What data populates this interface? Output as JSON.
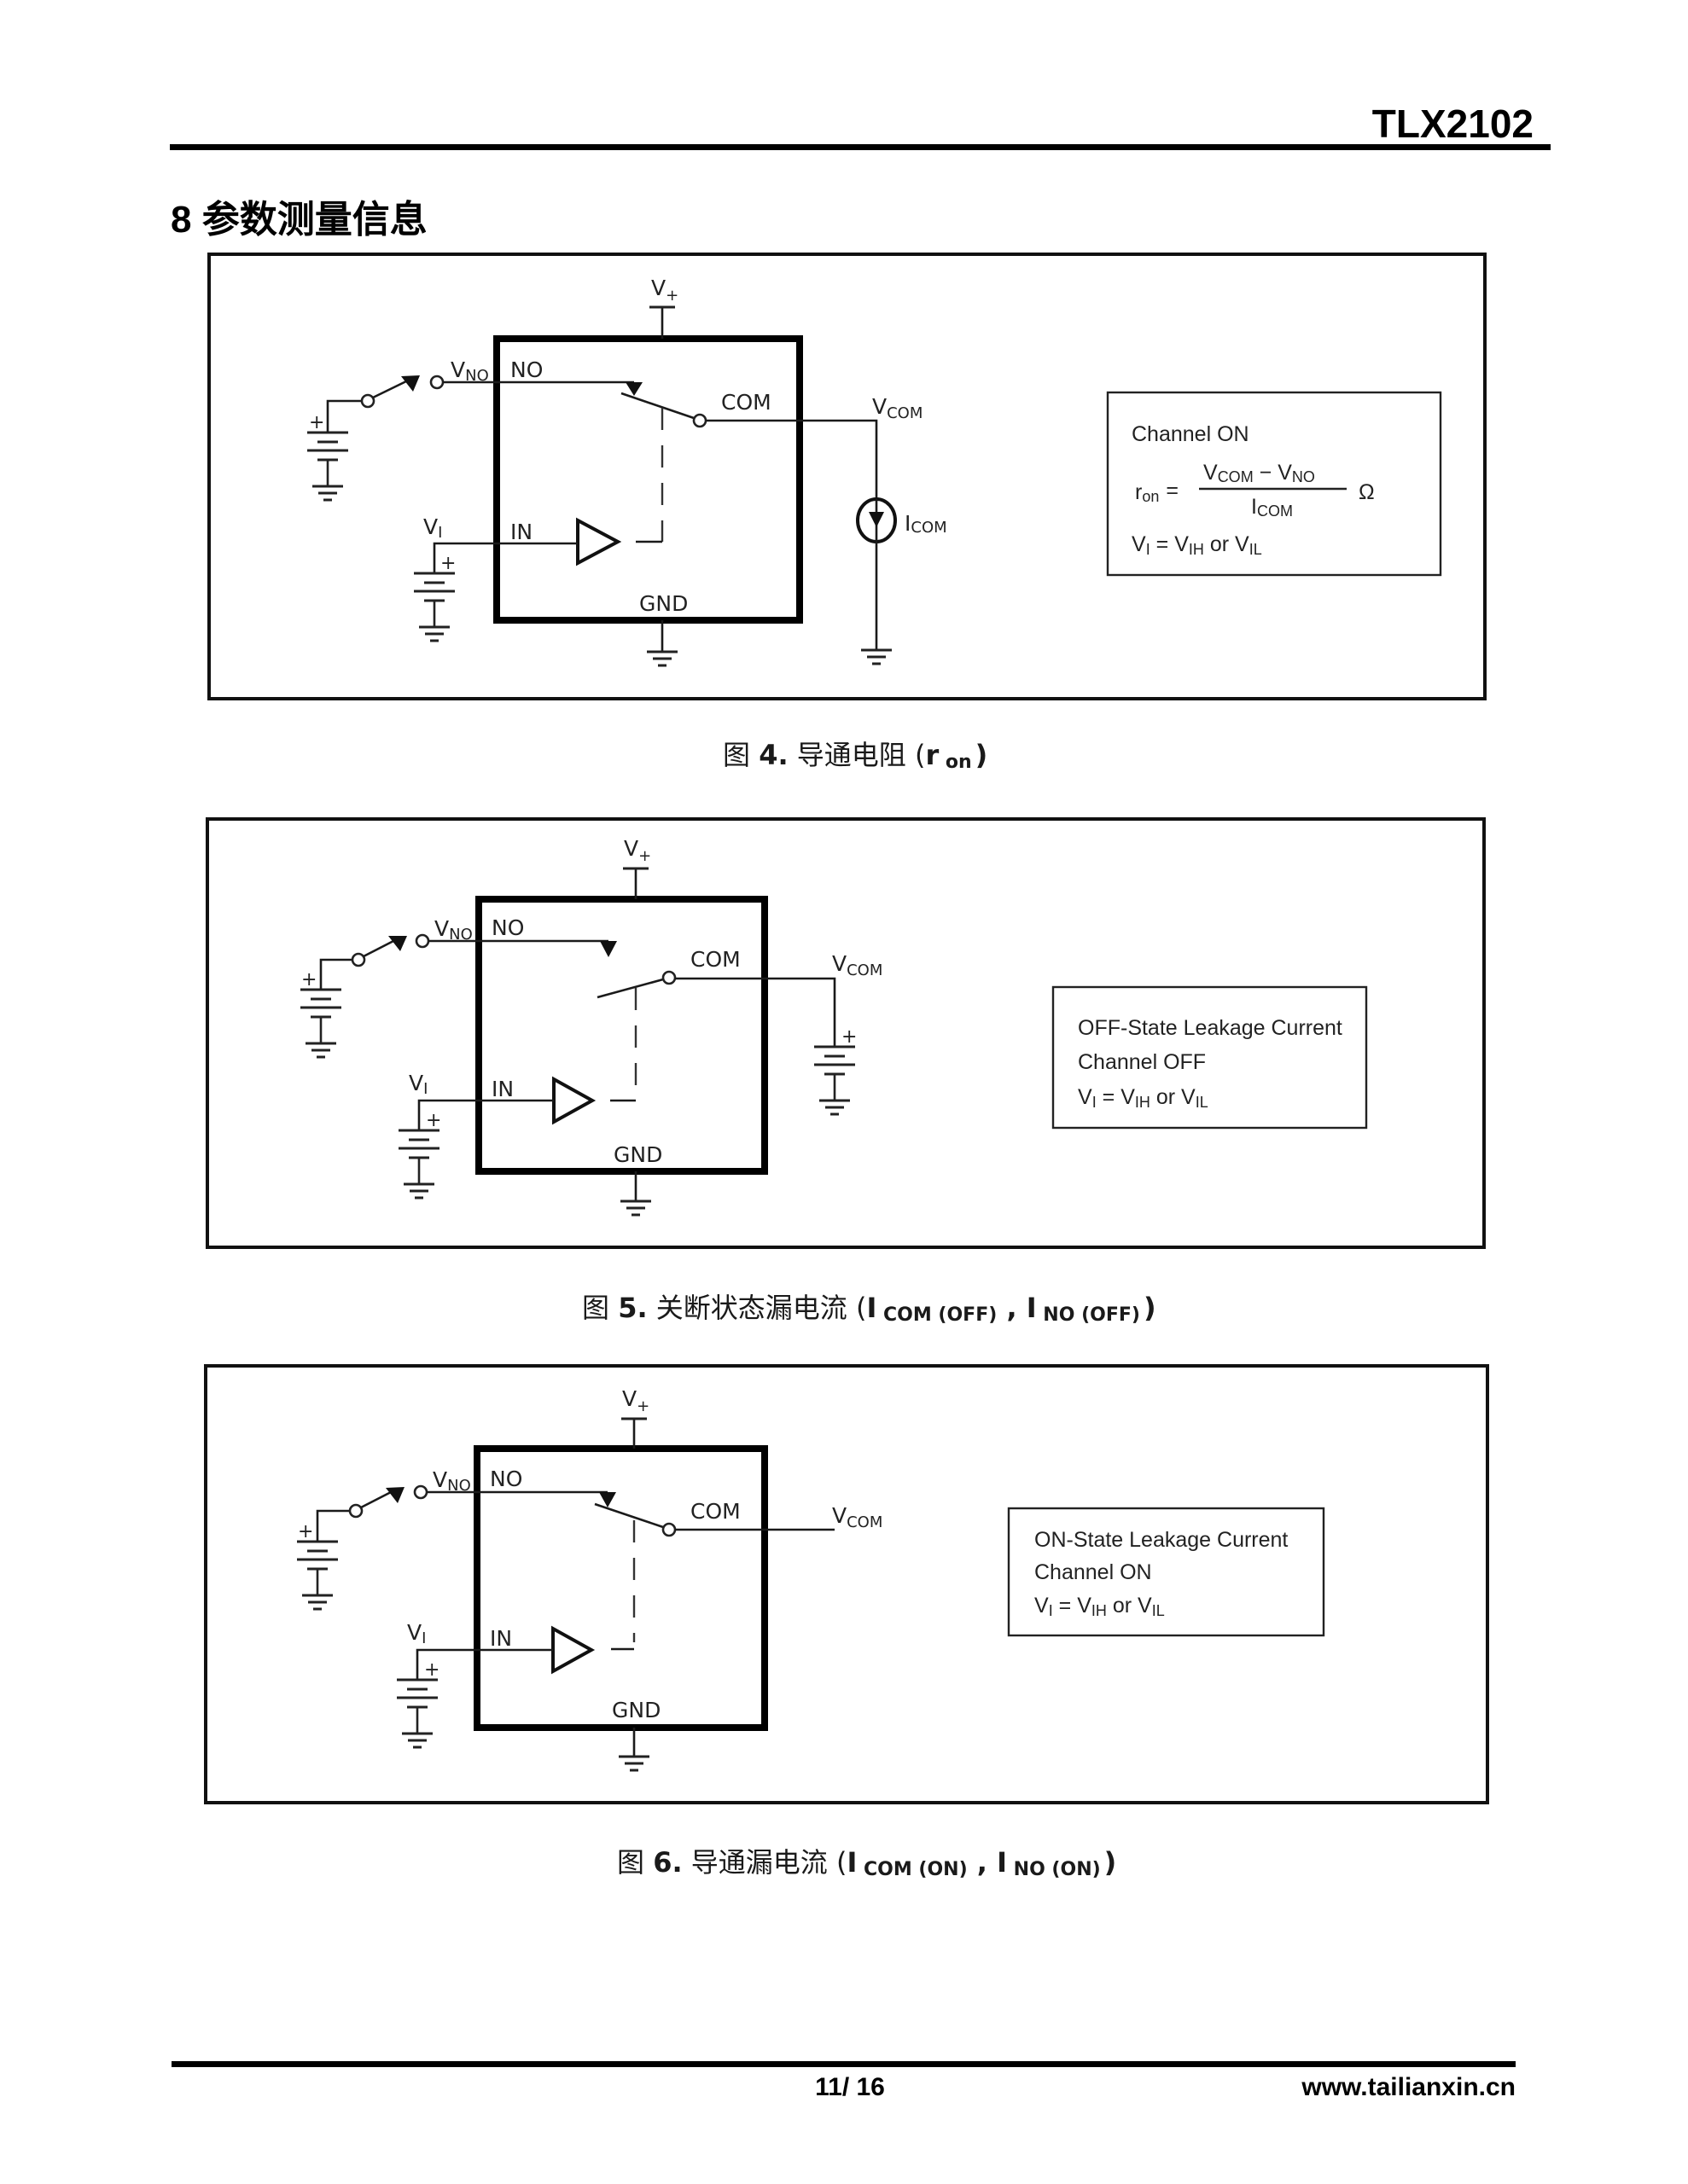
{
  "header": {
    "part_number": "TLX2102"
  },
  "section": {
    "title": "8 参数测量信息"
  },
  "labels": {
    "v_plus_base": "V",
    "v_plus_sub": "+",
    "vno_base": "V",
    "vno_sub": "NO",
    "no_pin": "NO",
    "com_pin": "COM",
    "vcom_base": "V",
    "vcom_sub": "COM",
    "vi_base": "V",
    "vi_sub": "I",
    "in_pin": "IN",
    "gnd_pin": "GND",
    "icom_base": "I",
    "icom_sub": "COM",
    "battery_plus": "+"
  },
  "figures": [
    {
      "caption_prefix": "图 ",
      "caption_number": "4.",
      "caption_text": " 导通电阻 (",
      "caption_var": "r",
      "caption_sub": " on",
      "caption_end": ")",
      "note": {
        "line1": "Channel ON",
        "formula_lhs_base": "r",
        "formula_lhs_sub": "on",
        "formula_eq": "=",
        "numerator": [
          {
            "base": "V",
            "sub": "COM"
          },
          {
            "op": " − "
          },
          {
            "base": "V",
            "sub": "NO"
          }
        ],
        "num_v1": "V",
        "num_s1": "COM",
        "num_op": " − ",
        "num_v2": "V",
        "num_s2": "NO",
        "den_v": "I",
        "den_s": "COM",
        "unit": "Ω",
        "cond_vi": "V",
        "cond_vi_sub": "I",
        "cond_eq": " = ",
        "cond_vih": "V",
        "cond_vih_sub": "IH",
        "cond_or": " or ",
        "cond_vil": "V",
        "cond_vil_sub": "IL"
      }
    },
    {
      "caption_prefix": "图 ",
      "caption_number": "5.",
      "caption_text": " 关断状态漏电流 (",
      "caption_i1": "I",
      "caption_sub1": " COM (OFF)",
      "caption_sep": " , ",
      "caption_i2": "I",
      "caption_sub2": " NO (OFF)",
      "caption_end": ")",
      "note": {
        "line1": "OFF-State Leakage Current",
        "line2": "Channel OFF",
        "cond_vi": "V",
        "cond_vi_sub": "I",
        "cond_eq": " = ",
        "cond_vih": "V",
        "cond_vih_sub": "IH",
        "cond_or": " or ",
        "cond_vil": "V",
        "cond_vil_sub": "IL"
      }
    },
    {
      "caption_prefix": "图 ",
      "caption_number": "6.",
      "caption_text": " 导通漏电流 (",
      "caption_i1": "I",
      "caption_sub1": " COM (ON)",
      "caption_sep": " , ",
      "caption_i2": "I",
      "caption_sub2": " NO (ON)",
      "caption_end": ")",
      "note": {
        "line1": "ON-State Leakage Current",
        "line2": "Channel ON",
        "cond_vi": "V",
        "cond_vi_sub": "I",
        "cond_eq": " = ",
        "cond_vih": "V",
        "cond_vih_sub": "IH",
        "cond_or": " or ",
        "cond_vil": "V",
        "cond_vil_sub": "IL"
      }
    }
  ],
  "footer": {
    "page": "11/ 16",
    "website": "www.tailianxin.cn"
  }
}
